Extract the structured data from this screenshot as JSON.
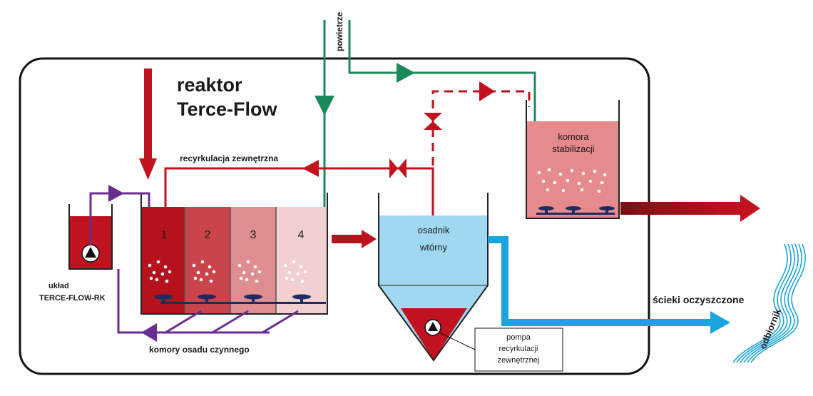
{
  "title": {
    "line1": "reaktor",
    "line2": "Terce-Flow"
  },
  "labels": {
    "air": "powietrze",
    "external_recirculation": "recyrkulacja zewnętrzna",
    "stabilization_line1": "komora",
    "stabilization_line2": "stabilizacji",
    "settler_line1": "osadnik",
    "settler_line2": "wtórny",
    "system_line1": "układ",
    "system_line2": "TERCE-FLOW-RK",
    "chambers": "komory  osadu czynnego",
    "treated_sewage": "ścieki oczyszczone",
    "receiver": "odbiornik",
    "pump_line1": "pompa",
    "pump_line2": "recyrkulacji",
    "pump_line3": "zewnętrznej"
  },
  "chambers": [
    {
      "number": "1",
      "color": "#b5121b"
    },
    {
      "number": "2",
      "color": "#c9454b"
    },
    {
      "number": "3",
      "color": "#df8d90"
    },
    {
      "number": "4",
      "color": "#f2d0d1"
    }
  ],
  "colors": {
    "reactor_red": "#c1121f",
    "air_green": "#1a8a5a",
    "recirc_purple": "#6b2c91",
    "settler_blue": "#9fd8f0",
    "clean_blue": "#1aa3dc",
    "stabilization_pink": "#e58a8d",
    "diffuser_navy": "#1f2b5e"
  }
}
